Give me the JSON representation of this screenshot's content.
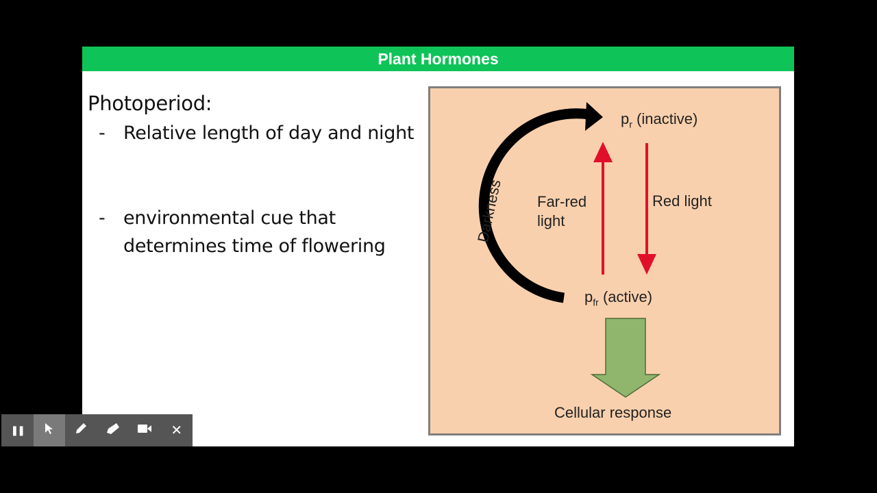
{
  "slide": {
    "title": "Plant Hormones",
    "heading": "Photoperiod:",
    "bullets": [
      {
        "marker": "-",
        "text": "Relative length of day and night"
      },
      {
        "marker": "-",
        "text": "environmental cue that determines time of flowering"
      }
    ]
  },
  "diagram": {
    "pr_base": "p",
    "pr_sub": "r",
    "pr_state": "(inactive)",
    "pfr_base": "p",
    "pfr_sub": "fr",
    "pfr_state": "(active)",
    "far_red_line1": "Far-red",
    "far_red_line2": "light",
    "red_light": "Red light",
    "darkness": "Darkness",
    "response": "Cellular response",
    "colors": {
      "background": "#f9d0ad",
      "red_arrow": "#e0102a",
      "green_arrow": "#90b56d",
      "dark_arrow": "#000000"
    }
  },
  "colors": {
    "title_bar": "#0ec458",
    "toolbar": "#555555",
    "toolbar_active": "#7a7a7a"
  },
  "toolbar": {
    "tools": [
      {
        "name": "pause-icon",
        "glyph": "❚❚"
      },
      {
        "name": "cursor-icon",
        "glyph": "➤"
      },
      {
        "name": "pen-icon",
        "glyph": "✎"
      },
      {
        "name": "highlighter-icon",
        "glyph": "▰"
      },
      {
        "name": "camera-icon",
        "glyph": "■"
      },
      {
        "name": "close-icon",
        "glyph": "✕"
      }
    ]
  }
}
